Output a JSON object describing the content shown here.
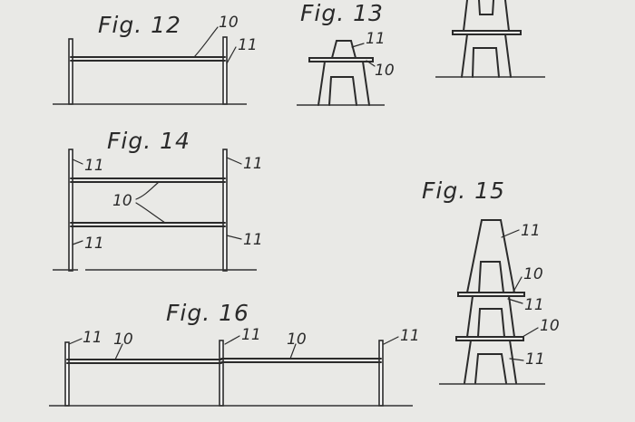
{
  "figures": {
    "fig12": {
      "title": "Fig. 12",
      "labels": [
        "10",
        "11"
      ]
    },
    "fig13": {
      "title": "Fig. 13",
      "labels": [
        "11",
        "10"
      ]
    },
    "fig14": {
      "title": "Fig. 14",
      "labels": [
        "11",
        "11",
        "10",
        "11",
        "11"
      ]
    },
    "fig15": {
      "title": "Fig. 15",
      "labels": [
        "11",
        "10",
        "11",
        "10",
        "11"
      ]
    },
    "fig16": {
      "title": "Fig. 16",
      "labels": [
        "11",
        "10",
        "11",
        "10",
        "11"
      ]
    }
  }
}
